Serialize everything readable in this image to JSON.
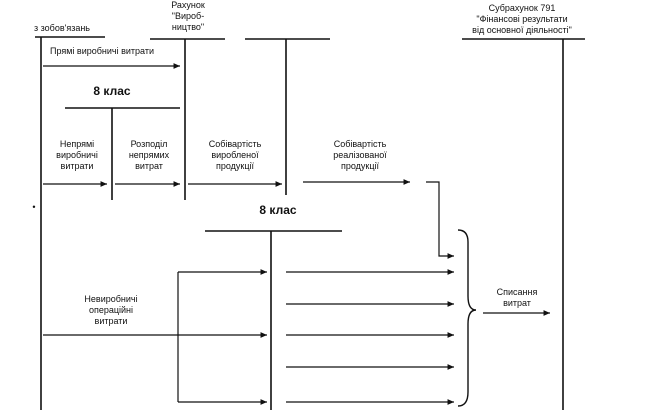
{
  "headers": {
    "left": "з зобов'язань",
    "production_account": "Рахунок\n\"Вироб-\nництво\"",
    "subaccount": "Субрахунок 791\n\"Фінансові результати\nвід основної діяльності\""
  },
  "labels": {
    "direct_costs": "Прямі виробничі витрати",
    "class8_top": "8 клас",
    "indirect_costs": "Непрямі\nвиробничі\nвитрати",
    "allocation": "Розподіл\nнепрямих\nвитрат",
    "cost_of_produced": "Собівартість\nвиробленої\nпродукції",
    "cost_of_sold": "Собівартість\nреалізованої\nпродукції",
    "class8_middle": "8 клас",
    "nonproduction_costs": "Невиробничі\nопераційні\nвитрати",
    "write_off": "Списання\nвитрат",
    "stray_mark": "•"
  },
  "colors": {
    "ink": "#111111",
    "background": "#ffffff"
  }
}
